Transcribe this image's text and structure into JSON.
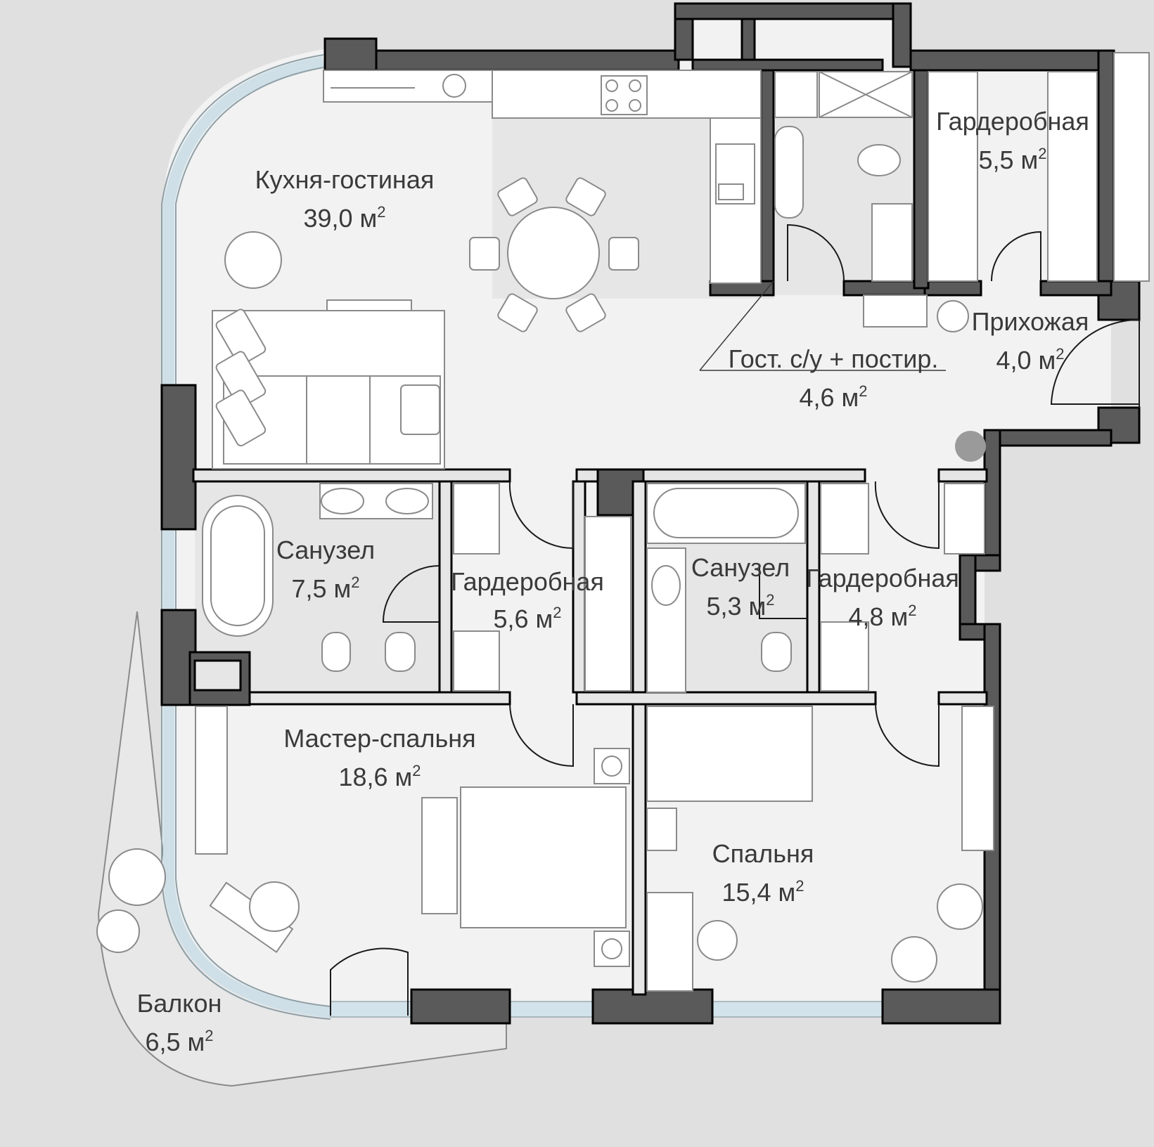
{
  "plan": {
    "rooms": [
      {
        "id": "kitchen-living",
        "name": "Кухня-гостиная",
        "area": "39,0 м",
        "unit_sup": "2"
      },
      {
        "id": "wardrobe-top",
        "name": "Гардеробная",
        "area": "5,5 м",
        "unit_sup": "2"
      },
      {
        "id": "hallway",
        "name": "Прихожая",
        "area": "4,0 м",
        "unit_sup": "2"
      },
      {
        "id": "guest-wc",
        "name": "Гост. с/у + постир.",
        "area": "4,6 м",
        "unit_sup": "2"
      },
      {
        "id": "bathroom-master",
        "name": "Санузел",
        "area": "7,5 м",
        "unit_sup": "2"
      },
      {
        "id": "wardrobe-master",
        "name": "Гардеробная",
        "area": "5,6 м",
        "unit_sup": "2"
      },
      {
        "id": "bathroom-2",
        "name": "Санузел",
        "area": "5,3 м",
        "unit_sup": "2"
      },
      {
        "id": "wardrobe-2",
        "name": "Гардеробная",
        "area": "4,8 м",
        "unit_sup": "2"
      },
      {
        "id": "master-bedroom",
        "name": "Мастер-спальня",
        "area": "18,6 м",
        "unit_sup": "2"
      },
      {
        "id": "bedroom",
        "name": "Спальня",
        "area": "15,4 м",
        "unit_sup": "2"
      },
      {
        "id": "balcony",
        "name": "Балкон",
        "area": "6,5 м",
        "unit_sup": "2"
      }
    ],
    "colors": {
      "background": "#e0e0e0",
      "floor": "#f2f2f2",
      "wall": "#5a5a5a",
      "glass": "#d3e3eb",
      "text": "#3a3a3a"
    }
  }
}
